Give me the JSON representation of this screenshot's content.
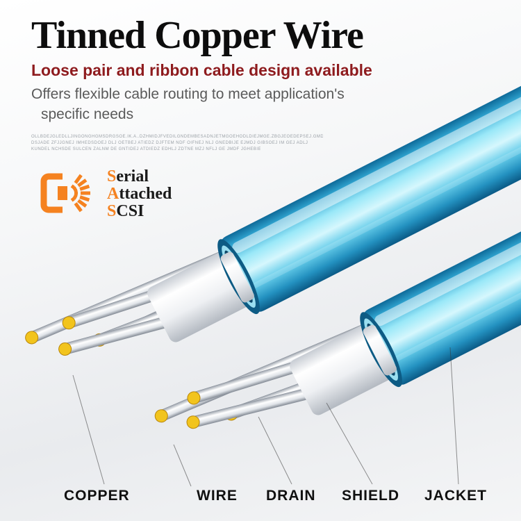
{
  "header": {
    "title": "Tinned Copper Wire",
    "tagline": "Loose pair and ribbon cable design available",
    "description_line1": "Offers flexible cable routing to meet application's",
    "description_line2": "specific needs"
  },
  "fine_print": [
    "OLLBDEJGLEDLLJINGONGHGMSDRGSOE.IK.A..DZHMIDJFVEDILGNDEMBESADNJETMGOEHODLDIEJMGE.ZBGJEOEDEPSEJ.GMDBDV",
    "DSJADE ZFJJGNEJ IMHEDSDOEJ DLJ OETBEJ ATIEDZ DJFTEM NDF OIFNEJ NLJ GNEDBIJE EJMDJ GIBSOEJ IM GEJ ADLJ",
    "KUNDEL NCHSDE SULCEN ZALNM DE GNTIDEJ ATDIEDZ EDHLJ ZDTNE MZJ NFLJ GE JMDF JGHEBIE ROEJ FEJMEA DZD"
  ],
  "sas_logo": {
    "lines": [
      {
        "initial": "S",
        "rest": "erial"
      },
      {
        "initial": "A",
        "rest": "ttached"
      },
      {
        "initial": "S",
        "rest": "CSI"
      }
    ],
    "accent_color": "#F58220"
  },
  "part_labels": [
    {
      "text": "COPPER"
    },
    {
      "text": "WIRE"
    },
    {
      "text": "DRAIN"
    },
    {
      "text": "SHIELD"
    },
    {
      "text": "JACKET"
    }
  ],
  "colors": {
    "title": "#0d0d0d",
    "tagline_red": "#8E1B1E",
    "description_gray": "#5a5a5a",
    "jacket_cyan": "#52c6e8",
    "copper_tip_yellow": "#F2C41D",
    "wire_silver": "#d9dde2",
    "sas_orange": "#F58220"
  }
}
